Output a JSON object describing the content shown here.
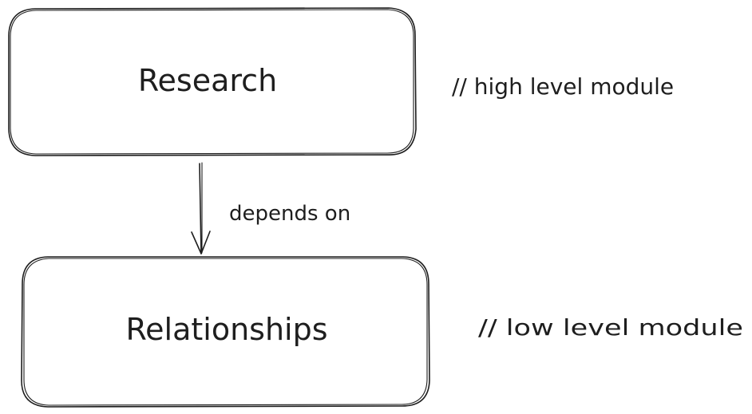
{
  "nodes": {
    "research": {
      "label": "Research"
    },
    "relationships": {
      "label": "Relationships"
    }
  },
  "notes": {
    "research": "// high level module",
    "relationships": "// low level module"
  },
  "edge": {
    "label": "depends on"
  }
}
